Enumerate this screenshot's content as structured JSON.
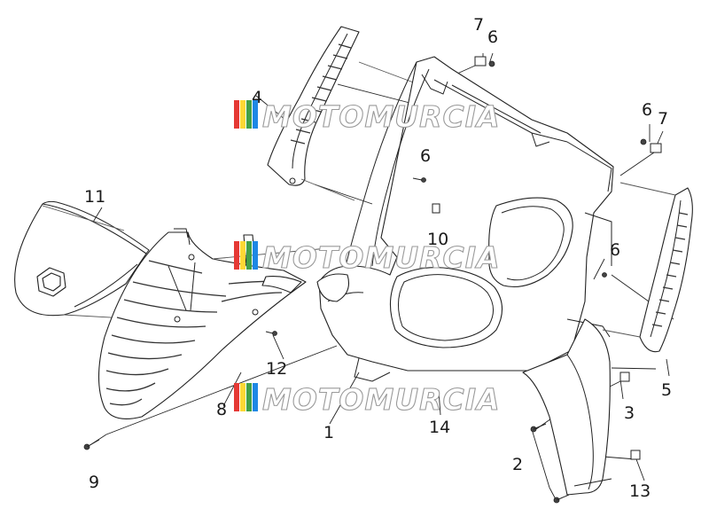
{
  "diagram": {
    "watermark_text": "MOTOMURCIA",
    "watermark_colors": [
      "#e53935",
      "#fdd835",
      "#43a047",
      "#1e88e5"
    ],
    "callouts": [
      {
        "id": "c1",
        "label": "1"
      },
      {
        "id": "c2",
        "label": "2"
      },
      {
        "id": "c3",
        "label": "3"
      },
      {
        "id": "c4",
        "label": "4"
      },
      {
        "id": "c5",
        "label": "5"
      },
      {
        "id": "c6a",
        "label": "6"
      },
      {
        "id": "c6b",
        "label": "6"
      },
      {
        "id": "c6c",
        "label": "6"
      },
      {
        "id": "c6d",
        "label": "6"
      },
      {
        "id": "c7a",
        "label": "7"
      },
      {
        "id": "c7b",
        "label": "7"
      },
      {
        "id": "c8",
        "label": "8"
      },
      {
        "id": "c9",
        "label": "9"
      },
      {
        "id": "c10",
        "label": "10"
      },
      {
        "id": "c11",
        "label": "11"
      },
      {
        "id": "c12",
        "label": "12"
      },
      {
        "id": "c13",
        "label": "13"
      },
      {
        "id": "c14",
        "label": "14"
      }
    ]
  }
}
